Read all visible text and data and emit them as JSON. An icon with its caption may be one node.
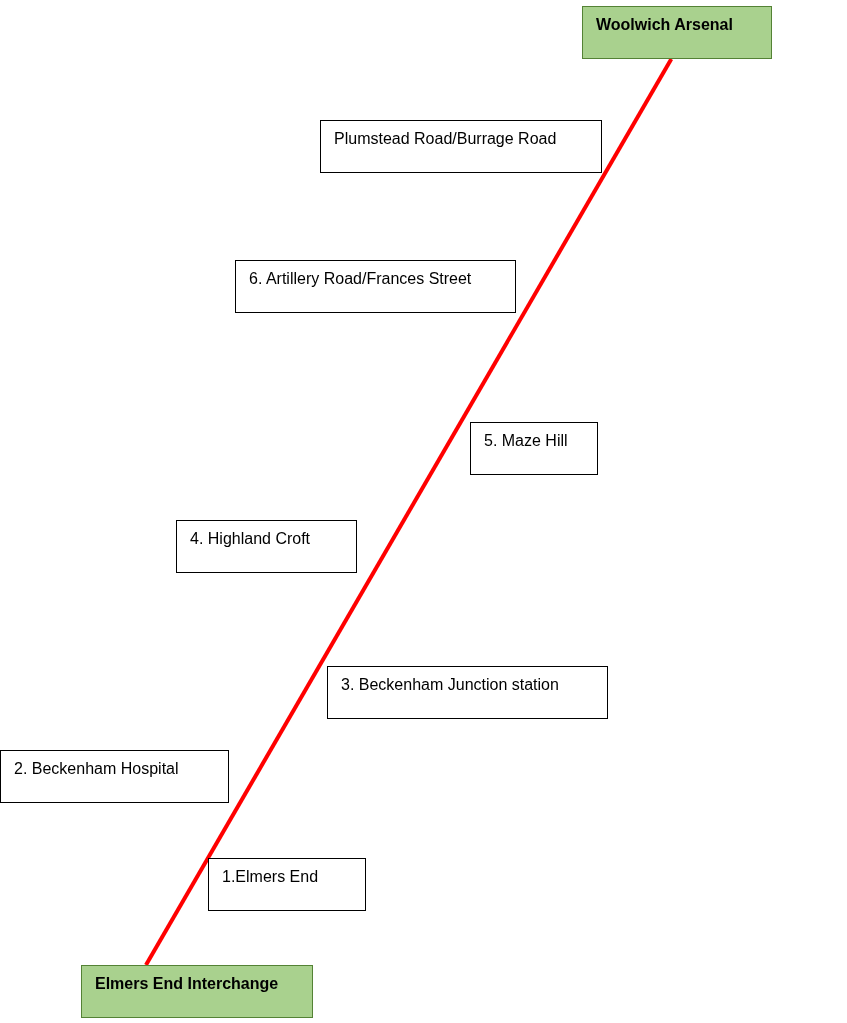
{
  "diagram": {
    "nodes": [
      {
        "text": [
          "Woolwich Arsenal"
        ]
      },
      {
        "text": [
          "Plumstead Road/Burrage Road"
        ]
      },
      {
        "text": [
          "6. Artillery Road/Frances Street"
        ]
      },
      {
        "text": [
          "5. Maze Hill"
        ]
      },
      {
        "text": [
          "4. Highland Croft"
        ]
      },
      {
        "text": [
          "3. Beckenham Junction station"
        ]
      },
      {
        "text": [
          "2. Beckenham Hospital"
        ]
      },
      {
        "text": [
          "1.Elmers End"
        ]
      },
      {
        "text": [
          "Elmers End Interchange"
        ]
      }
    ],
    "edges": [
      {
        "from": 8,
        "to": 0,
        "arrow": "none",
        "color": "#ff0000"
      }
    ]
  }
}
